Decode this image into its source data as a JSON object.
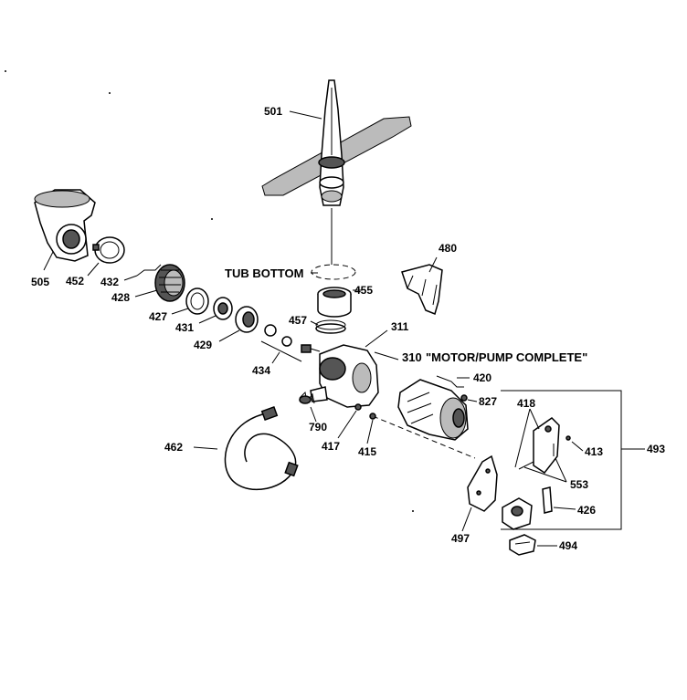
{
  "labels": {
    "p501": "501",
    "p505": "505",
    "p452": "452",
    "p432": "432",
    "p428": "428",
    "p427": "427",
    "p431": "431",
    "p429": "429",
    "p434": "434",
    "p480": "480",
    "p455": "455",
    "p457": "457",
    "p311": "311",
    "p310": "310",
    "motor_pump": "\"MOTOR/PUMP COMPLETE\"",
    "tub_bottom": "TUB BOTTOM",
    "p420": "420",
    "p827": "827",
    "p418": "418",
    "p413": "413",
    "p493": "493",
    "p553": "553",
    "p426": "426",
    "p494": "494",
    "p497": "497",
    "p790": "790",
    "p417": "417",
    "p415": "415",
    "p462": "462"
  }
}
